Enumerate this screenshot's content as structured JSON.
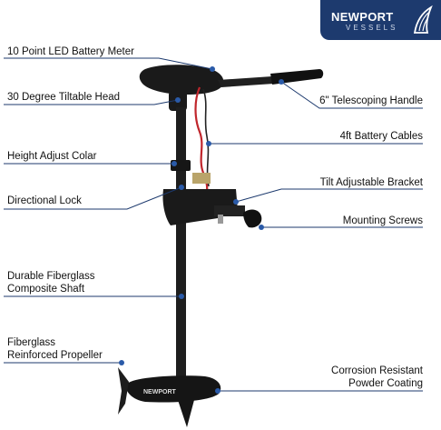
{
  "logo": {
    "brand": "NEWPORT",
    "sub": "VESSELS",
    "color": "#1d3a6e"
  },
  "callouts": {
    "led_meter": "10 Point LED Battery Meter",
    "tilt_head": "30 Degree Tiltable Head",
    "handle": "6\" Telescoping Handle",
    "cables": "4ft Battery Cables",
    "collar": "Height Adjust Colar",
    "bracket": "Tilt Adjustable Bracket",
    "lock": "Directional Lock",
    "screws": "Mounting Screws",
    "shaft_1": "Durable Fiberglass",
    "shaft_2": "Composite Shaft",
    "propeller_1": "Fiberglass",
    "propeller_2": "Reinforced Propeller",
    "coating_1": "Corrosion Resistant",
    "coating_2": "Powder Coating"
  },
  "product": {
    "lower_unit_text": "NEWPORT"
  },
  "colors": {
    "callout_line": "#1d3a6e",
    "dot": "#2a5aa8",
    "motor": "#1a1a1a",
    "cable": "#c0262c"
  }
}
